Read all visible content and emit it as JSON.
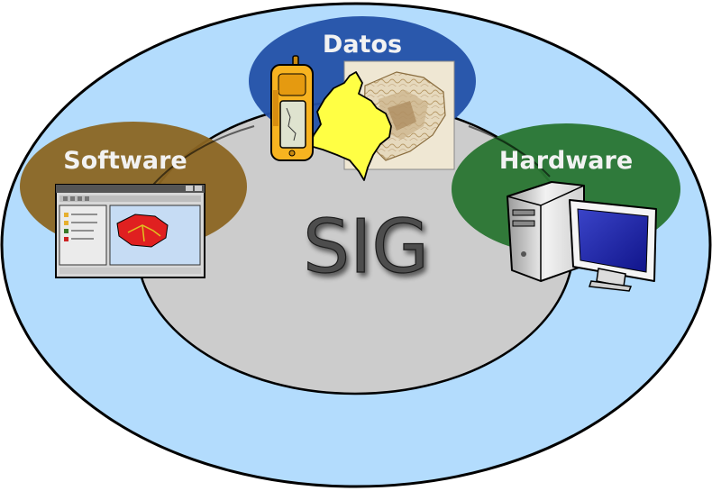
{
  "diagram": {
    "center_label": "SIG",
    "components": {
      "datos": "Datos",
      "software": "Software",
      "hardware": "Hardware"
    },
    "colors": {
      "outer": "#b3dcfd",
      "inner": "#cccccc",
      "datos": "#2350a8",
      "software": "#8b6522",
      "hardware": "#287430"
    },
    "icons": [
      "gps-device-icon",
      "colombia-map-icon",
      "relief-map-icon",
      "gis-software-window-icon",
      "computer-tower-icon",
      "monitor-icon"
    ]
  }
}
